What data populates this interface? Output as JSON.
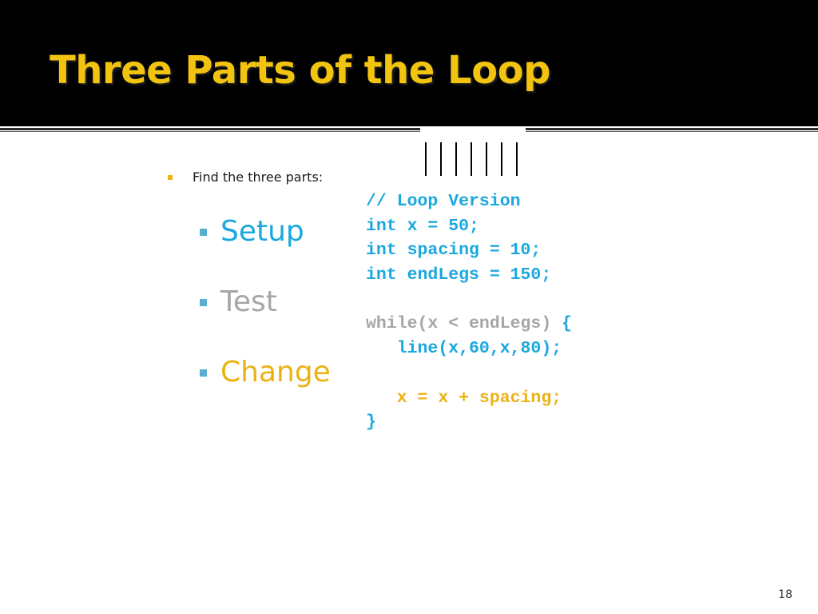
{
  "slide": {
    "title": "Three Parts of the Loop",
    "page_number": "18"
  },
  "colors": {
    "title": "#f2c40f",
    "setup": "#1aa8de",
    "test": "#a6a6a6",
    "change": "#ebb214",
    "bullet_l1": "#f2b50f",
    "bullet_l2": "#5aaed0"
  },
  "bullets": {
    "main": "Find the three parts:",
    "parts": [
      {
        "label": "Setup",
        "color": "#1aa8de"
      },
      {
        "label": "Test",
        "color": "#a6a6a6"
      },
      {
        "label": "Change",
        "color": "#ebb214"
      }
    ]
  },
  "code": {
    "lines": [
      {
        "segments": [
          {
            "text": "// Loop Version",
            "color": "#1aa8de"
          }
        ]
      },
      {
        "segments": [
          {
            "text": "int x = 50;",
            "color": "#1aa8de"
          }
        ]
      },
      {
        "segments": [
          {
            "text": "int spacing = 10;",
            "color": "#1aa8de"
          }
        ]
      },
      {
        "segments": [
          {
            "text": "int endLegs = 150;",
            "color": "#1aa8de"
          }
        ]
      },
      {
        "segments": []
      },
      {
        "segments": [
          {
            "text": "while(x < endLegs) ",
            "color": "#a6a6a6"
          },
          {
            "text": "{",
            "color": "#1aa8de"
          }
        ]
      },
      {
        "segments": [
          {
            "text": "   line(x,60,x,80);",
            "color": "#1aa8de"
          }
        ]
      },
      {
        "segments": []
      },
      {
        "segments": [
          {
            "text": "   x = x + spacing;",
            "color": "#ebb214"
          }
        ]
      },
      {
        "segments": [
          {
            "text": "}",
            "color": "#1aa8de"
          }
        ]
      }
    ]
  },
  "illustration": {
    "leg_count": 7
  }
}
